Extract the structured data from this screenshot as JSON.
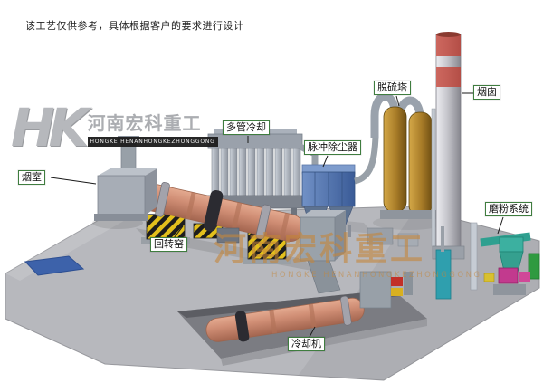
{
  "disclaimer": "该工艺仅供参考，具体根据客户的要求进行设计",
  "logo": {
    "monogram": "HK",
    "brand_cn": "河南宏科重工",
    "brand_en": "HONGKE HENANHONGKEZHONGGONG"
  },
  "watermark": {
    "text_cn": "河南宏科重工",
    "text_en": "HONGKE HENANHONGKEZHONGGONG"
  },
  "labels": [
    {
      "id": "smoke-chamber",
      "text": "烟室"
    },
    {
      "id": "rotary-kiln",
      "text": "回转窑"
    },
    {
      "id": "multi-tube-cooler",
      "text": "多管冷却"
    },
    {
      "id": "pulse-dust-collector",
      "text": "脉冲除尘器"
    },
    {
      "id": "desulfurization-tower",
      "text": "脱硫塔"
    },
    {
      "id": "chimney",
      "text": "烟囱"
    },
    {
      "id": "grinding-system",
      "text": "磨粉系统"
    },
    {
      "id": "cooling-machine",
      "text": "冷却机"
    }
  ],
  "colors": {
    "kiln_shell": "#d08e75",
    "dust_collector": "#4e71ab",
    "desulfurization_tower": "#a87c28",
    "chimney_band_red": "#c23b2e",
    "grinding_teal": "#35a08f",
    "grinding_magenta": "#c23a8e",
    "platform_gray": "#b7b8bd",
    "blue_pad": "#3d62aa",
    "hazard_yellow": "#e3c01c",
    "label_border_green": "#3f7d3f",
    "watermark_tan": "#c4863a"
  }
}
